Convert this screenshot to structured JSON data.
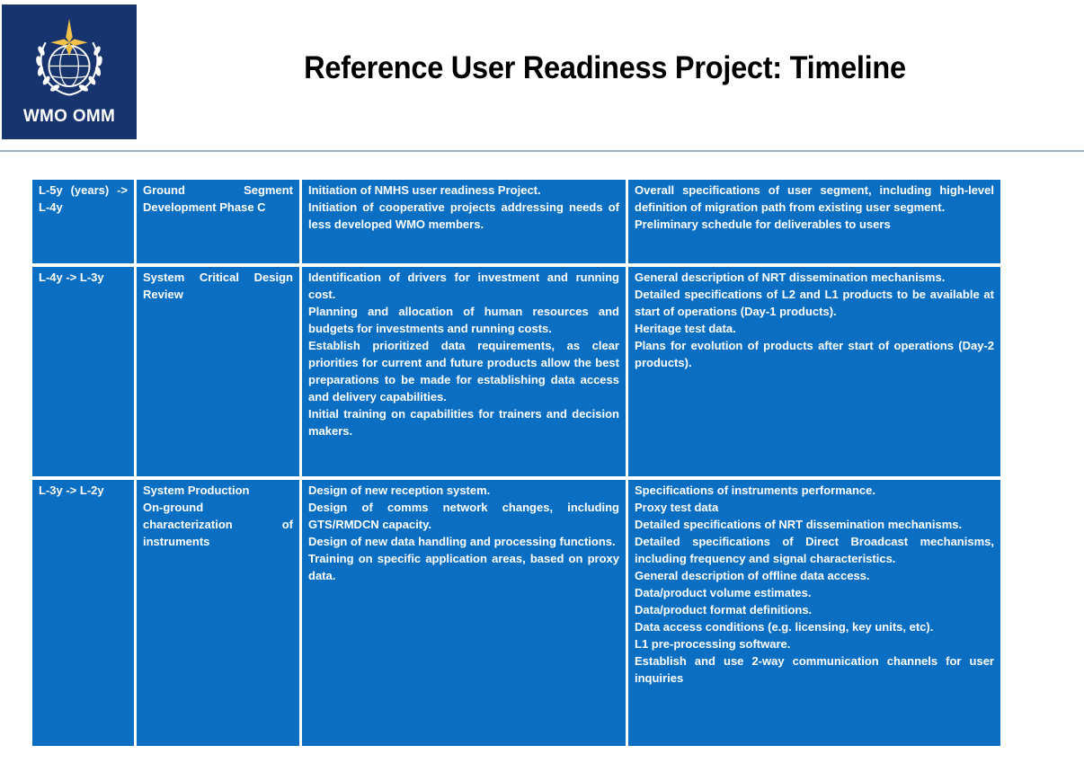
{
  "logo": {
    "text": "WMO OMM",
    "emblem": "wmo-emblem-icon"
  },
  "title": "Reference User Readiness Project: Timeline",
  "colors": {
    "cell_bg": "#0a6fc3",
    "logo_bg": "#17346e",
    "rule": "#9fb3c4"
  },
  "rows": [
    {
      "period": "L-5y (years) -> L-4y",
      "phase": "Ground Segment Development Phase C",
      "actions": [
        "Initiation of NMHS user readiness Project.",
        "Initiation of cooperative projects addressing needs of less developed WMO members."
      ],
      "deliverables": [
        "Overall specifications of user segment, including high-level definition of migration path from existing user segment.",
        "Preliminary schedule for deliverables to users"
      ]
    },
    {
      "period": "L-4y -> L-3y",
      "phase": "System Critical Design Review",
      "actions": [
        "Identification of drivers for investment and running cost.",
        "Planning and allocation of human resources and budgets for investments and running costs.",
        "Establish prioritized data requirements, as clear priorities for current and future products allow the best preparations to be made for establishing data access and delivery capabilities.",
        "Initial training on capabilities for trainers and decision makers."
      ],
      "deliverables": [
        "General description of NRT dissemination mechanisms.",
        "Detailed specifications of L2 and L1 products to be available at start of operations (Day-1 products).",
        "Heritage test data.",
        "Plans for evolution of products after start of operations (Day-2 products)."
      ]
    },
    {
      "period": "L-3y -> L-2y",
      "phase": "System Production",
      "phase_extra": "On-ground characterization of instruments",
      "actions": [
        "Design of new reception system.",
        "Design of comms network changes, including GTS/RMDCN capacity.",
        "Design of new data handling and processing functions.",
        "Training on specific application areas, based on proxy data."
      ],
      "deliverables": [
        "Specifications of instruments performance.",
        "Proxy test data",
        "Detailed specifications of NRT dissemination mechanisms.",
        "Detailed specifications of Direct Broadcast mechanisms, including frequency and signal characteristics.",
        "General description of offline data access.",
        "Data/product volume estimates.",
        "Data/product format definitions.",
        "Data access conditions (e.g. licensing, key units, etc).",
        "L1 pre-processing software.",
        "Establish and use 2-way communication channels for user inquiries"
      ]
    }
  ]
}
